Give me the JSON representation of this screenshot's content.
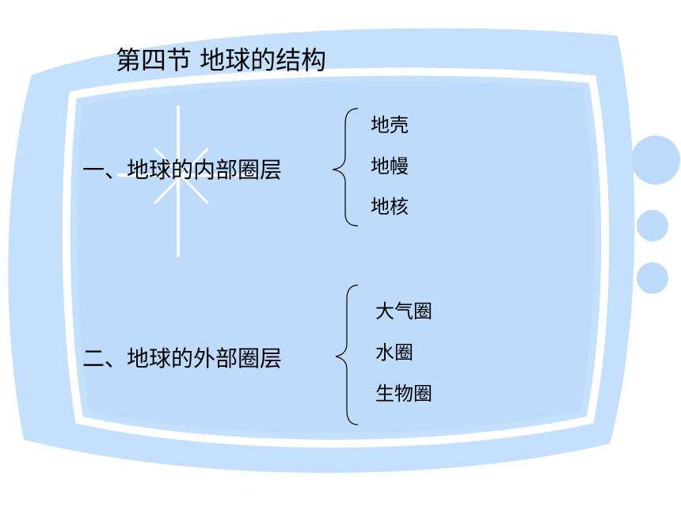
{
  "slide": {
    "title": "第四节  地球的结构",
    "colors": {
      "panel_fill": "#BFDBFB",
      "panel_edge": "#C5E0FC",
      "outline": "#FFFFFF",
      "dots": "#BDDAFA",
      "text": "#000000"
    }
  },
  "sections": [
    {
      "heading": "一、地球的内部圈层",
      "items": [
        "地壳",
        "地幔",
        "地核"
      ]
    },
    {
      "heading": "二、地球的外部圈层",
      "items": [
        "大气圈",
        "水圈",
        "生物圈"
      ]
    }
  ],
  "icons": {
    "sparkle": "sparkle-icon",
    "brace": "left-brace-icon"
  }
}
